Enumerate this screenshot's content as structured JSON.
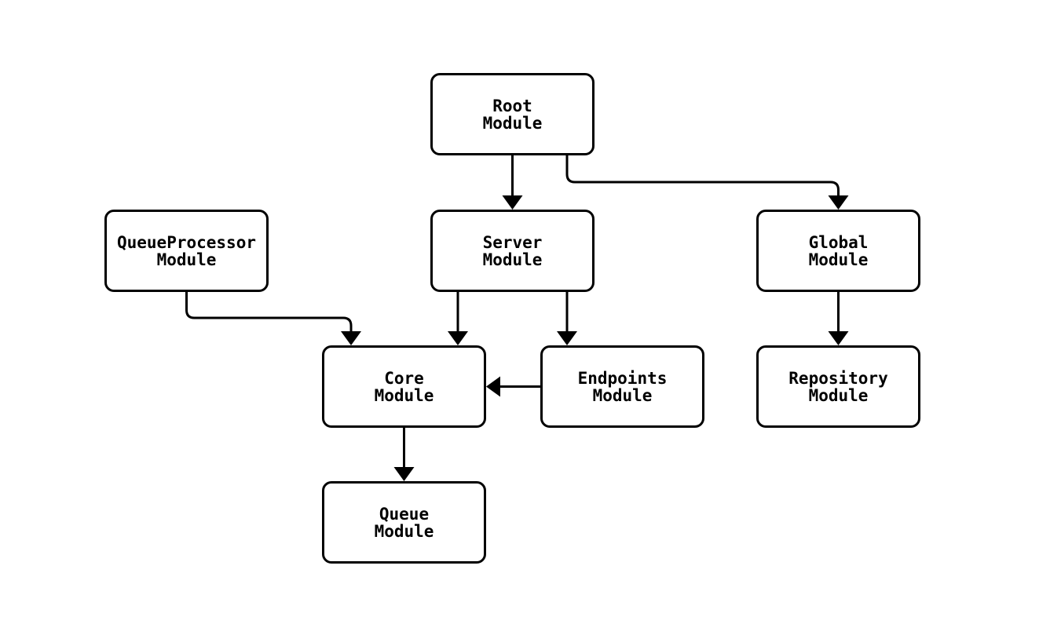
{
  "diagram": {
    "type": "module-dependency-graph",
    "background_color": "#ffffff",
    "node_fill_color": "#ffffff",
    "stroke_color": "#000000",
    "nodes": [
      {
        "id": "root",
        "label": "Root\nModule"
      },
      {
        "id": "queueprocessor",
        "label": "QueueProcessor\nModule"
      },
      {
        "id": "server",
        "label": "Server\nModule"
      },
      {
        "id": "global",
        "label": "Global\nModule"
      },
      {
        "id": "core",
        "label": "Core\nModule"
      },
      {
        "id": "endpoints",
        "label": "Endpoints\nModule"
      },
      {
        "id": "repository",
        "label": "Repository\nModule"
      },
      {
        "id": "queue",
        "label": "Queue\nModule"
      }
    ],
    "edges": [
      {
        "from": "Root Module",
        "to": "Server Module"
      },
      {
        "from": "Root Module",
        "to": "Global Module"
      },
      {
        "from": "QueueProcessor Module",
        "to": "Core Module"
      },
      {
        "from": "Server Module",
        "to": "Core Module"
      },
      {
        "from": "Server Module",
        "to": "Endpoints Module"
      },
      {
        "from": "Endpoints Module",
        "to": "Core Module"
      },
      {
        "from": "Global Module",
        "to": "Repository Module"
      },
      {
        "from": "Core Module",
        "to": "Queue Module"
      }
    ]
  }
}
